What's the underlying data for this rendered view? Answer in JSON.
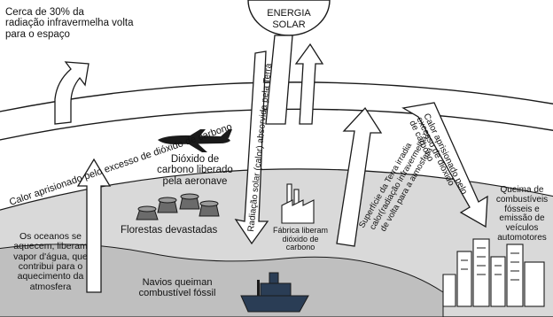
{
  "sun": {
    "line1": "ENERGIA",
    "line2": "SOLAR"
  },
  "ir_return": {
    "lines": [
      "Cerca de 30% da",
      "radiação infravermelha volta",
      "para o espaço"
    ]
  },
  "band_left_label": "Calor aprisionado pelo excesso de dióxido de carbono",
  "solar_absorbed_label": "Radiação solar (calor) absorvida pela Terra",
  "surface_ir": {
    "lines": [
      "Superfície da Terra irradia",
      "calor(radiação infravermelha)",
      "de volta para a atmosfera"
    ]
  },
  "band_right": {
    "lines": [
      "Calor aprisionado pelo",
      "excesso de dióxido",
      "de carbono"
    ]
  },
  "aircraft": {
    "lines": [
      "Dióxido de",
      "carbono liberado",
      "pela aeronave"
    ]
  },
  "forests_label": "Florestas devastadas",
  "factory": {
    "lines": [
      "Fábrica liberam",
      "dióxido de",
      "carbono"
    ]
  },
  "oceans": {
    "lines": [
      "Os oceanos se",
      "aquecem, liberam",
      "vapor d'água, que",
      "contribui para o",
      "aquecimento da",
      "atmosfera"
    ]
  },
  "ships": {
    "lines": [
      "Navios queiman",
      "combustível fóssil"
    ]
  },
  "vehicles": {
    "lines": [
      "Queima de",
      "combustíveis",
      "fósseis e",
      "emissão de",
      "veículos",
      "automotores"
    ]
  },
  "colors": {
    "stroke": "#1a1a1a",
    "ground": "#d9d9d9",
    "water": "#bfbfbf",
    "ship": "#2a3d55",
    "background": "#ffffff"
  }
}
